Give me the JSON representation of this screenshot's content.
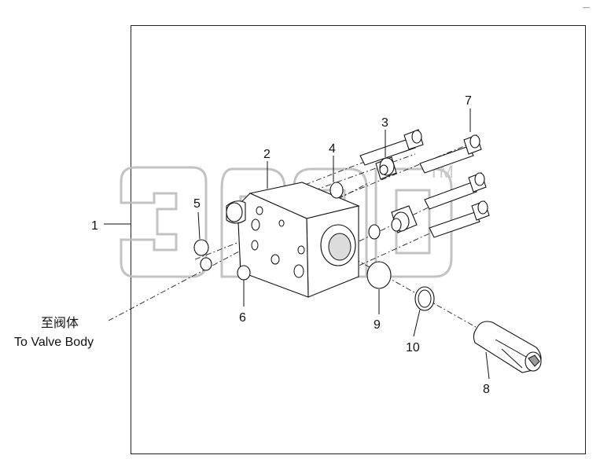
{
  "corner_mark": "—",
  "watermark": {
    "trademark": "TM",
    "color": "#bdbdbd"
  },
  "callouts": {
    "c1": "1",
    "c2": "2",
    "c3": "3",
    "c4": "4",
    "c5": "5",
    "c6": "6",
    "c7": "7",
    "c8": "8",
    "c9": "9",
    "c10": "10"
  },
  "note": {
    "chinese": "至阀体",
    "english": "To Valve Body"
  }
}
